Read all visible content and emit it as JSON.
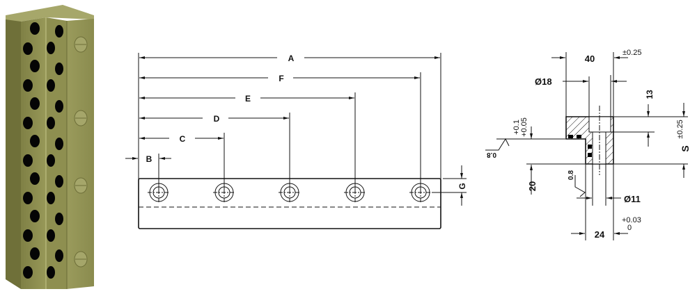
{
  "product_render": {
    "description": "Olive-green L-shaped self-lubricating wear strip with embedded graphite plugs and 4 counterbored mounting holes",
    "body_color": "#8f9051",
    "plug_color": "#050505",
    "mounting_holes": 4
  },
  "front_view": {
    "dimensions": {
      "A": "A",
      "F": "F",
      "E": "E",
      "D": "D",
      "C": "C",
      "B": "B",
      "G": "G"
    },
    "holes": 5
  },
  "section_view": {
    "width_top": "40",
    "width_top_tol": "±0.25",
    "counterbore_dia": "Ø18",
    "counterbore_depth": "13",
    "height": "S",
    "height_tol": "±0.25",
    "step_tol_upper": "+0.1",
    "step_tol_lower": "+0.05",
    "roughness_left": "0.8",
    "roughness_bottom": "0.8",
    "step_height": "20",
    "hole_dia": "Ø11",
    "width_bottom": "24",
    "width_bottom_tol_upper": "+0.03",
    "width_bottom_tol_lower": "0"
  }
}
